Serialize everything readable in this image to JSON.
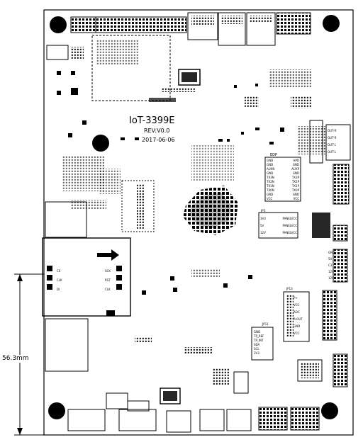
{
  "board": {
    "name": "IoT-3399E",
    "revision": "REV:V0.0",
    "date": "2017-06-06",
    "dimension": "56.3mm"
  },
  "headers": {
    "edp": "EDP",
    "edp_pins": [
      [
        "GND",
        "HPD"
      ],
      [
        "GND",
        "GND"
      ],
      [
        "AUXN",
        "AUXP"
      ],
      [
        "GND",
        "GND"
      ],
      [
        "TX3N",
        "TX3P"
      ],
      [
        "TX2N",
        "TX2P"
      ],
      [
        "TX1N",
        "TX1P"
      ],
      [
        "TX0N",
        "TX0P"
      ],
      [
        "GND",
        "GND"
      ],
      [
        "VCC",
        "VCC"
      ]
    ],
    "jp5": "JP5",
    "jp5_rows": [
      [
        "3V3",
        "PANELVCC"
      ],
      [
        "5V",
        "PANELVCC"
      ],
      [
        "12V",
        "PANELVCC"
      ]
    ],
    "jp13": "JP13",
    "jp13_pins": [
      "P+",
      "VCC",
      "ADC",
      "R-OUT",
      "GND",
      "VCC"
    ],
    "jp11": "JP11",
    "jp11_pins": [
      "GND",
      "TP_REF",
      "TP_INT",
      "SDA",
      "SCL",
      "3V3"
    ],
    "audio": [
      "OUT-R",
      "OUT-R",
      "OUT-L",
      "OUT-L"
    ],
    "right_pins": [
      "GND",
      "5V",
      "C3",
      "12V",
      "12V"
    ],
    "sd": {
      "left": [
        "CS",
        "CLK",
        "DI"
      ],
      "right": [
        "SCK",
        "RST",
        "CLK"
      ]
    }
  }
}
